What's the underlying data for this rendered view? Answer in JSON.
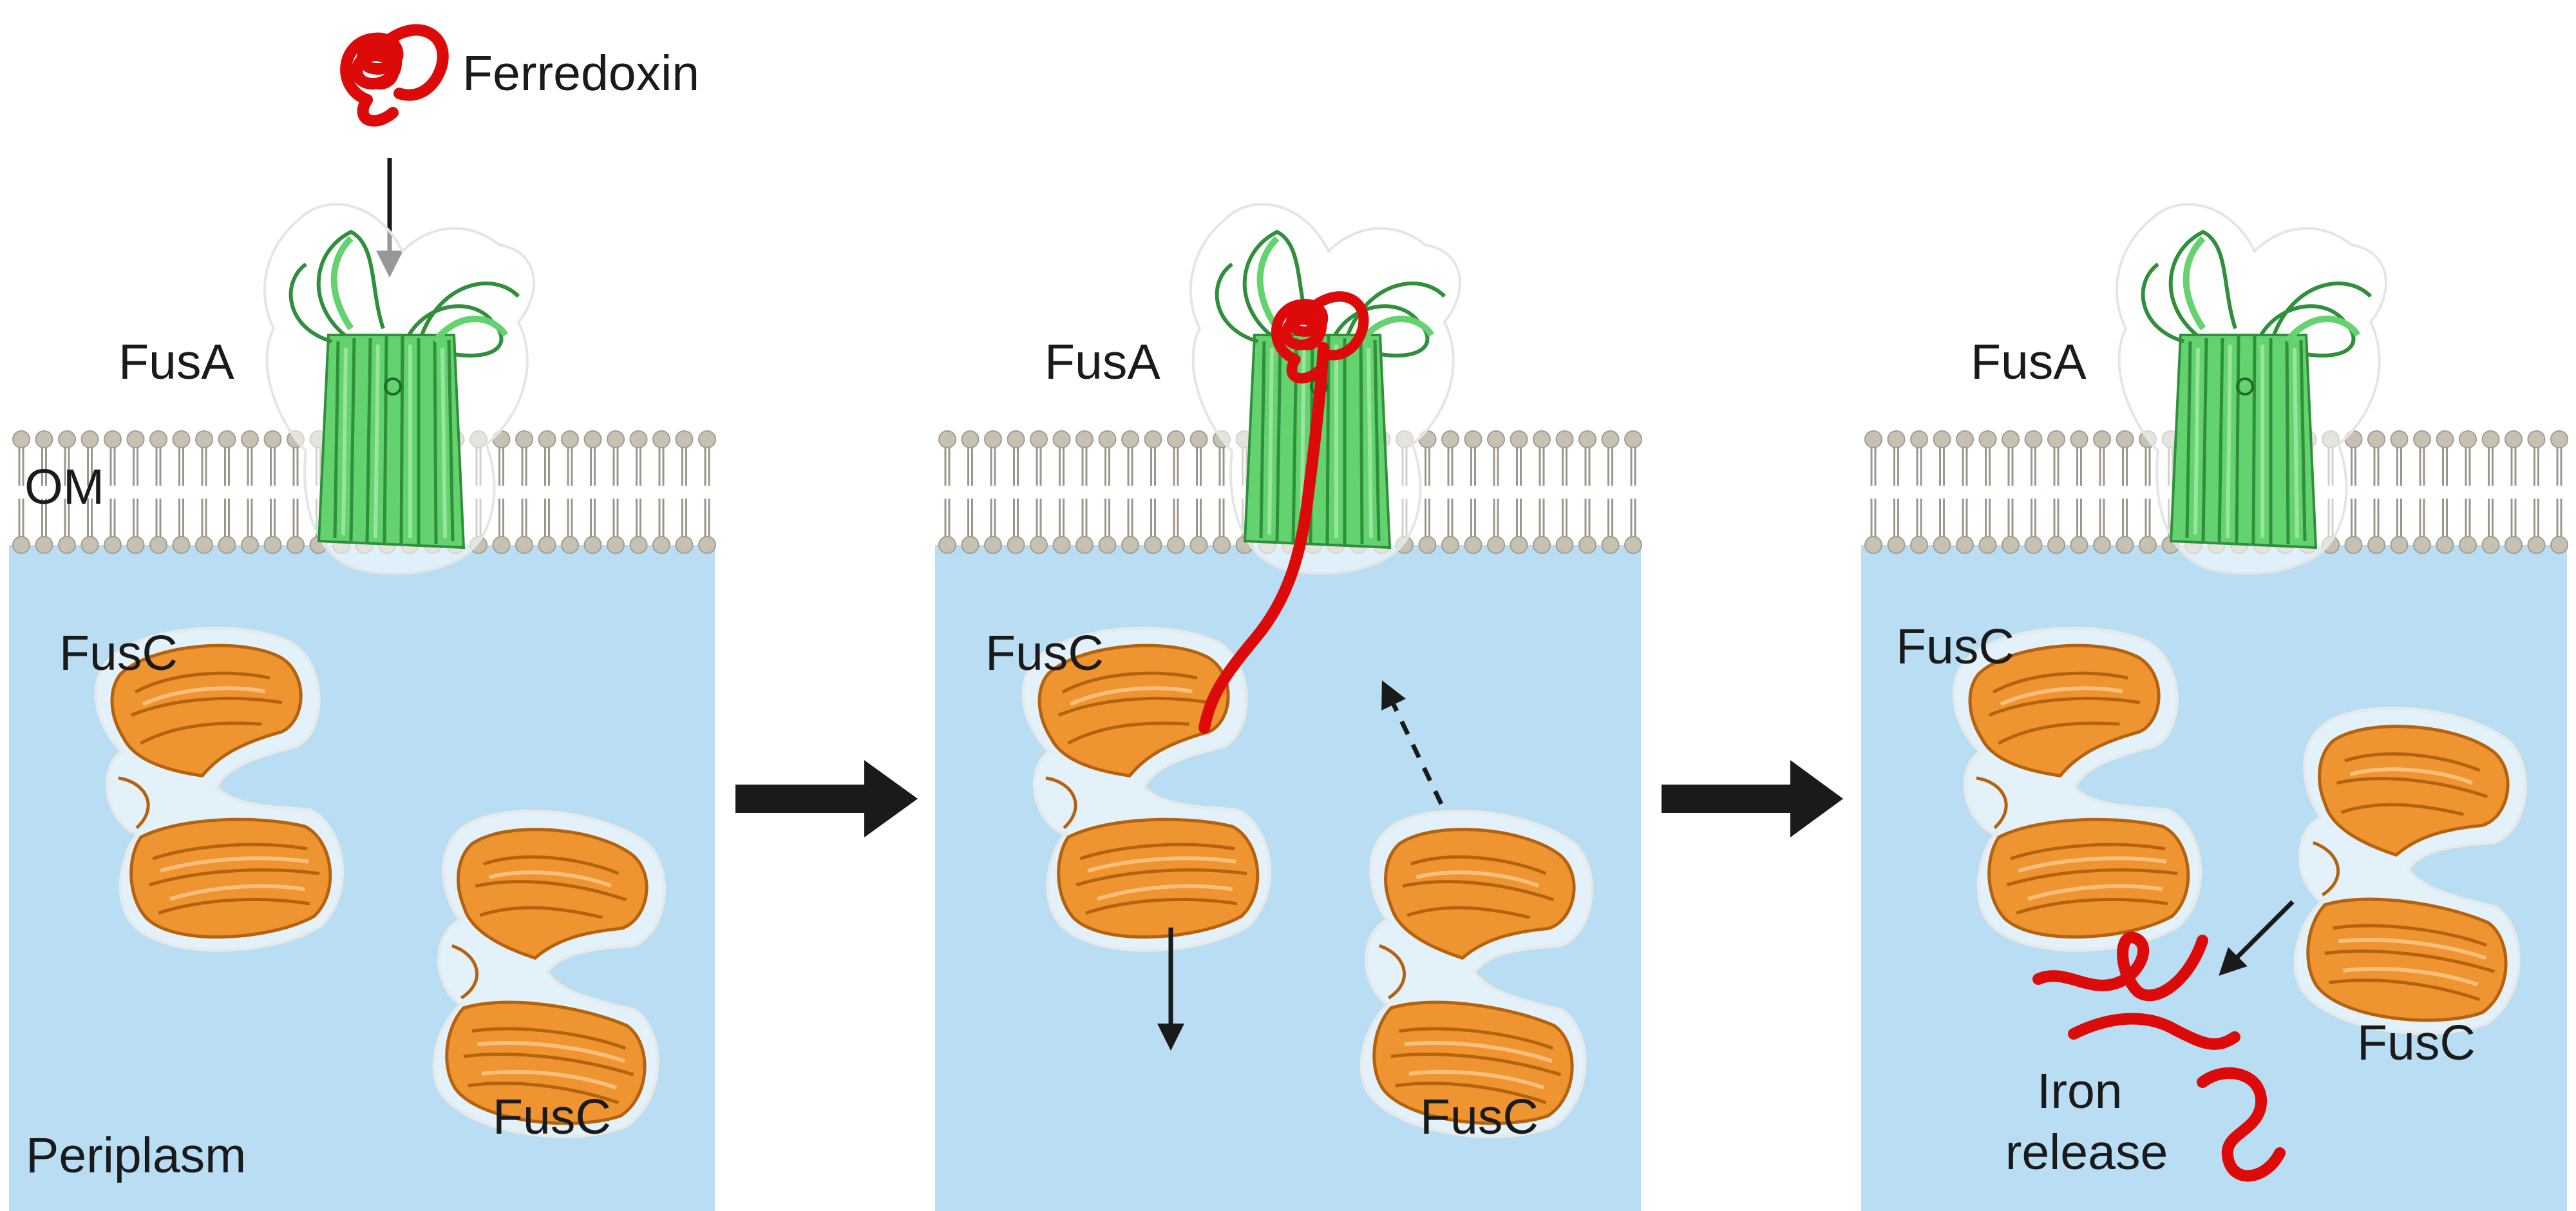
{
  "ferredoxin_label": "Ferredoxin",
  "panels": [
    {
      "fusa_label": "FusA",
      "om_label": "OM",
      "fusc_labels": [
        "FusC",
        "FusC"
      ],
      "periplasm_label": "Periplasm"
    },
    {
      "fusa_label": "FusA",
      "fusc_labels": [
        "FusC",
        "FusC"
      ]
    },
    {
      "fusa_label": "FusA",
      "fusc_labels": [
        "FusC",
        "FusC"
      ],
      "iron_release_lines": [
        "Iron",
        "release"
      ]
    }
  ],
  "colors": {
    "periplasm": "#b9def3",
    "lipid_head": "#c6c1b3",
    "fusa_protein": "#63d26f",
    "fusc_protein": "#ee9430",
    "ferredoxin": "#dd0a0a",
    "arrow": "#1a1a1a"
  },
  "icons": [
    "ferredoxin-helix-icon",
    "fusa-barrel-icon",
    "fusc-protein-icon",
    "lipid-bilayer-icon",
    "process-arrow-icon"
  ]
}
